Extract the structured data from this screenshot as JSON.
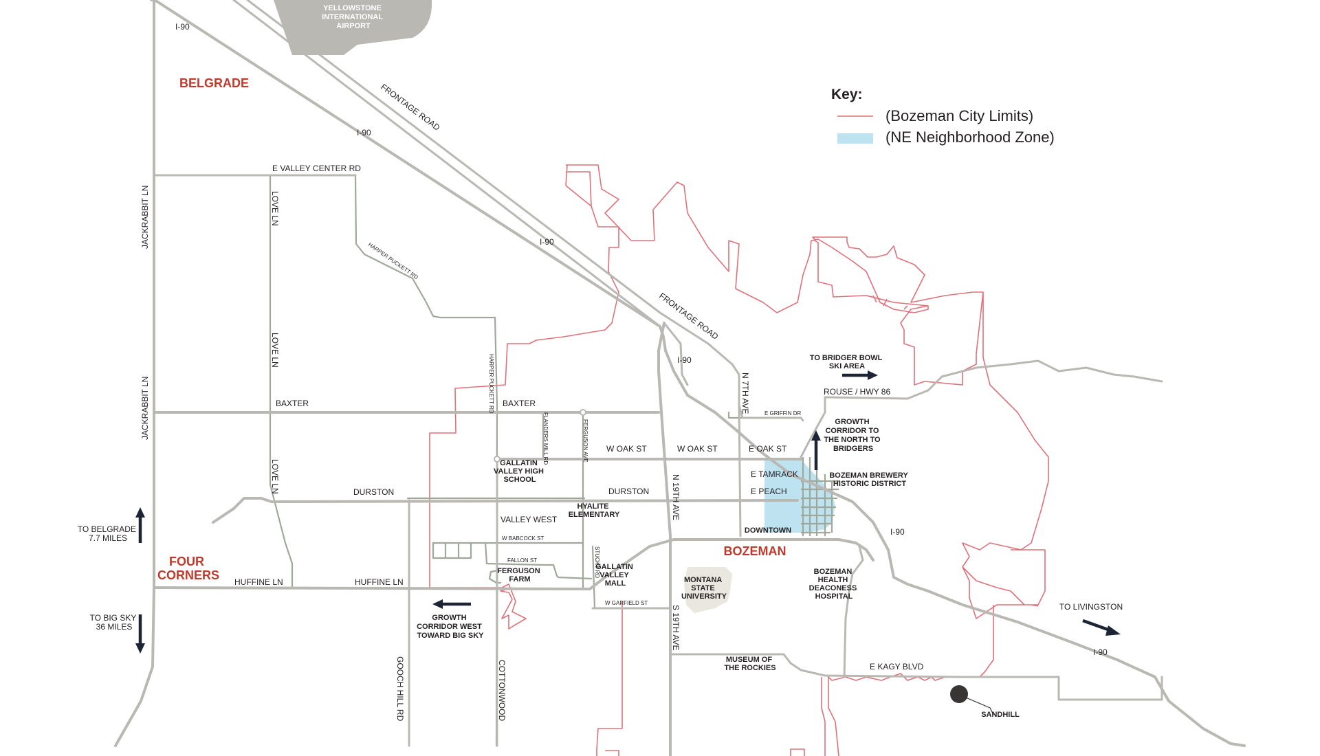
{
  "key": {
    "title": "Key:",
    "items": [
      {
        "label": "(Bozeman City Limits)",
        "color": "#e0707a"
      },
      {
        "label": "(NE Neighborhood Zone)",
        "color": "#bde3f0"
      }
    ]
  },
  "colors": {
    "road": "#b9b8b3",
    "city_limits": "#e0707a",
    "ne_zone": "#bde3f0",
    "town_label": "#c0392b",
    "arrow": "#1d2433",
    "campus": "#e9e7df"
  },
  "airport": {
    "lines": [
      "YELLOWSTONE",
      "INTERNATIONAL",
      "AIRPORT"
    ]
  },
  "towns": {
    "belgrade": "BELGRADE",
    "four_corners": [
      "FOUR",
      "CORNERS"
    ],
    "bozeman": "BOZEMAN"
  },
  "roads": {
    "i90": "I-90",
    "frontage_road": "FRONTAGE ROAD",
    "e_valley_center_rd": "E VALLEY CENTER RD",
    "jackrabbit_ln": "JACKRABBIT LN",
    "love_ln": "LOVE LN",
    "harper_puckett_rd": "HARPER PUCKETT RD",
    "baxter": "BAXTER",
    "durston": "DURSTON",
    "huffine_ln": "HUFFINE LN",
    "w_oak_st": "W OAK ST",
    "e_oak_st": "E OAK ST",
    "e_tamrack": "E TAMRACK",
    "e_peach": "E PEACH",
    "valley_west": "VALLEY WEST",
    "w_babcock_st": "W BABCOCK ST",
    "fallon_st": "FALLON ST",
    "n_19th_ave": "N 19TH AVE",
    "s_19th_ave": "S 19TH AVE",
    "n_7th_ave": "N 7TH AVE",
    "e_griffin_dr": "E GRIFFIN DR",
    "rouse_hwy86": "ROUSE / HWY 86",
    "flanders_mill_rd": "FLANDERS MILL RD",
    "ferguson_ave": "FERGUSON AVE",
    "cottonwood": "COTTONWOOD",
    "gooch_hill_rd": "GOOCH HILL RD",
    "e_kagy_blvd": "E KAGY BLVD",
    "w_garfield_st": "W GARFIELD ST",
    "stucky_rd": "STUCKY RD"
  },
  "places": {
    "gallatin_high": [
      "GALLATIN",
      "VALLEY HIGH",
      "SCHOOL"
    ],
    "hyalite": [
      "HYALITE",
      "ELEMENTARY"
    ],
    "ferguson_farm": [
      "FERGUSON",
      "FARM"
    ],
    "gallatin_mall": [
      "GALLATIN",
      "VALLEY",
      "MALL"
    ],
    "msu": [
      "MONTANA",
      "STATE",
      "UNIVERSITY"
    ],
    "hospital": [
      "BOZEMAN",
      "HEALTH",
      "DEACONESS",
      "HOSPITAL"
    ],
    "museum": [
      "MUSEUM OF",
      "THE ROCKIES"
    ],
    "downtown": "DOWNTOWN",
    "brewery": [
      "BOZEMAN BREWERY",
      "HISTORIC DISTRICT"
    ],
    "sandhill": "SANDHILL"
  },
  "callouts": {
    "bridger_bowl": [
      "TO BRIDGER BOWL",
      "SKI AREA"
    ],
    "growth_north": [
      "GROWTH",
      "CORRIDOR TO",
      "THE NORTH TO",
      "BRIDGERS"
    ],
    "growth_west": [
      "GROWTH",
      "CORRIDOR WEST",
      "TOWARD BIG SKY"
    ],
    "to_belgrade": [
      "TO BELGRADE",
      "7.7 MILES"
    ],
    "to_big_sky": [
      "TO BIG SKY",
      "36 MILES"
    ],
    "to_livingston": "TO LIVINGSTON"
  }
}
